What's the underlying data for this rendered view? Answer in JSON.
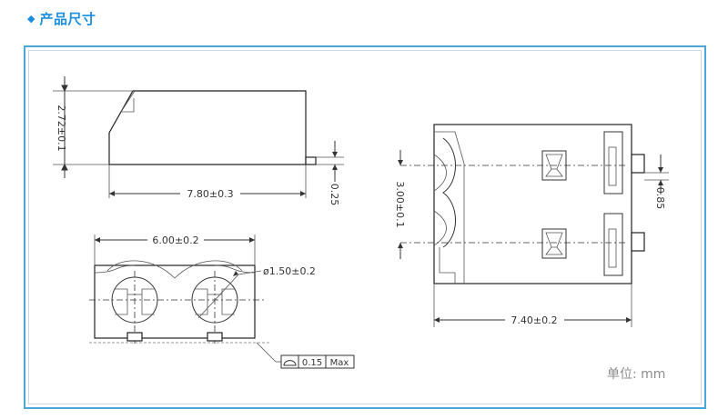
{
  "header": {
    "title": "产品尺寸",
    "bullet_icon": "diamond-icon",
    "accent_color": "#1a8fe0"
  },
  "frame": {
    "border_color": "#4aa7d6"
  },
  "dimensions": {
    "side_height": "2.72±0.1",
    "side_length": "7.80±0.3",
    "side_lead": "0.25",
    "front_width": "6.00±0.2",
    "front_diameter": "ø1.50±0.2",
    "flatness_value": "0.15",
    "flatness_max": "Max",
    "top_pitch": "3.00±0.1",
    "top_lead": "0.85",
    "top_length": "7.40±0.2"
  },
  "unit_note": "单位:  mm"
}
